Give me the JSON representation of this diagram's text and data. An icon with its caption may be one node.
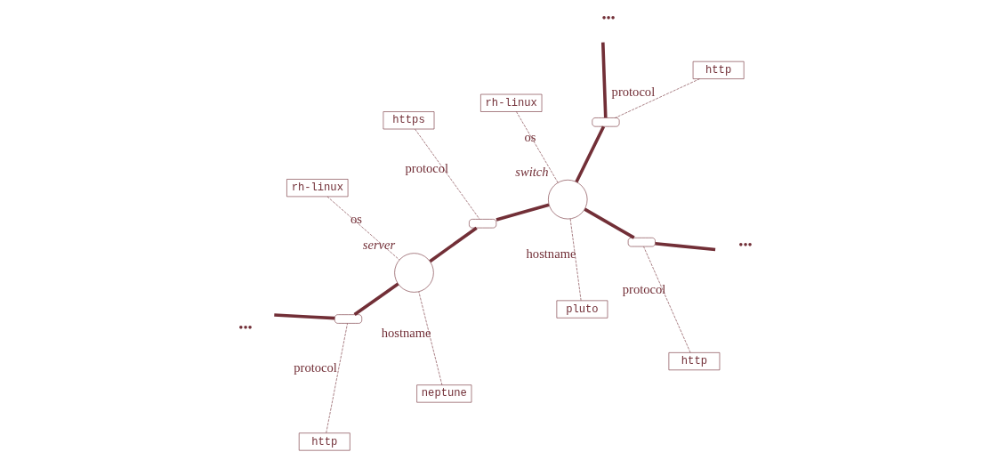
{
  "diagram": {
    "nodes": [
      {
        "text": [],
        "shape": "circle",
        "beside": [
          "server"
        ]
      },
      {
        "text": [],
        "shape": "circle",
        "beside": [
          "switch"
        ]
      },
      {
        "text": [
          "neptune"
        ]
      },
      {
        "text": [
          "rh-linux"
        ]
      },
      {
        "text": [],
        "shape": "box"
      },
      {
        "text": [
          "https"
        ]
      },
      {
        "text": [],
        "shape": "box"
      },
      {
        "text": [
          "http"
        ]
      },
      {
        "text": [
          "pluto"
        ]
      },
      {
        "text": [],
        "shape": "box"
      },
      {
        "text": [
          "http"
        ]
      },
      {
        "text": [
          "rh-linux"
        ]
      },
      {
        "text": [],
        "shape": "box"
      },
      {
        "text": [
          "http"
        ]
      }
    ],
    "edges": [
      {
        "from": 0,
        "to": 4,
        "arrow": "none",
        "style": "thick"
      },
      {
        "from": 4,
        "to": 1,
        "arrow": "none",
        "style": "thick"
      },
      {
        "from": 0,
        "to": 6,
        "arrow": "none",
        "style": "thick"
      },
      {
        "from": 6,
        "to": null,
        "arrow": "none",
        "style": "thick"
      },
      {
        "from": 1,
        "to": 9,
        "arrow": "none",
        "style": "thick"
      },
      {
        "from": 9,
        "to": null,
        "arrow": "none",
        "style": "thick"
      },
      {
        "from": 1,
        "to": 12,
        "arrow": "none",
        "style": "thick"
      },
      {
        "from": 12,
        "to": null,
        "arrow": "none",
        "style": "thick"
      },
      {
        "from": 2,
        "to": 0,
        "arrow": "none",
        "style": "dashed",
        "label": "hostname"
      },
      {
        "from": 3,
        "to": 0,
        "arrow": "none",
        "style": "dashed",
        "label": "os"
      },
      {
        "from": 5,
        "to": 4,
        "arrow": "none",
        "style": "dashed",
        "label": "protocol"
      },
      {
        "from": 7,
        "to": 6,
        "arrow": "none",
        "style": "dashed",
        "label": "protocol"
      },
      {
        "from": 8,
        "to": 1,
        "arrow": "none",
        "style": "dashed",
        "label": "hostname"
      },
      {
        "from": 11,
        "to": 1,
        "arrow": "none",
        "style": "dashed",
        "label": "os"
      },
      {
        "from": 10,
        "to": 9,
        "arrow": "none",
        "style": "dashed",
        "label": "protocol"
      },
      {
        "from": 13,
        "to": 12,
        "arrow": "none",
        "style": "dashed",
        "label": "protocol"
      }
    ],
    "labels": [
      "•••",
      "•••",
      "•••"
    ]
  }
}
